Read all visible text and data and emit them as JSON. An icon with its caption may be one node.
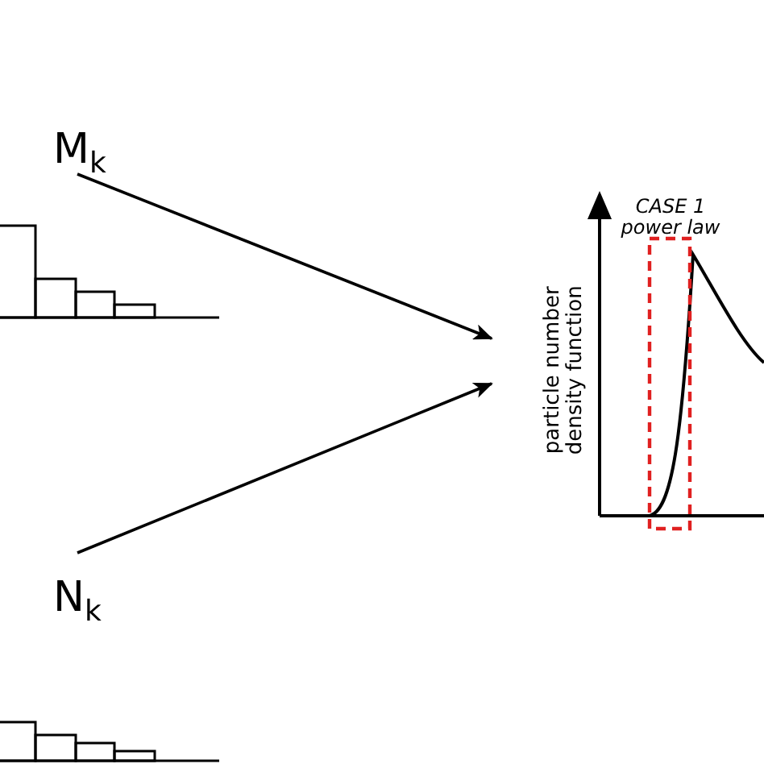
{
  "diagram": {
    "nodes": [
      {
        "text": [
          "M$_{k}$"
        ]
      },
      {
        "text": [
          "N$_{k}$"
        ]
      },
      {
        "text": [],
        "shape": "picture"
      }
    ],
    "edges": [
      {
        "from": 0,
        "to": 2,
        "arrow": "to"
      },
      {
        "from": 1,
        "to": 2,
        "arrow": "to"
      }
    ],
    "labels": [
      "CASE 1 power law",
      "particle number density function"
    ]
  }
}
